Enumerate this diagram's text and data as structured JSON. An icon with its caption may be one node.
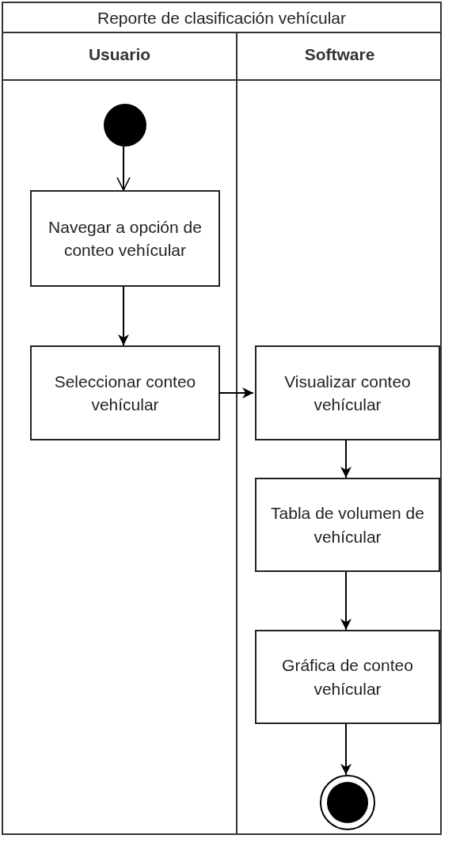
{
  "diagram": {
    "nodes": [
      {
        "text": [
          "Reporte de clasificación vehícular"
        ]
      },
      {
        "text": [
          "Usuario"
        ],
        "in": 0
      },
      {
        "text": [
          "Software"
        ],
        "in": 0
      },
      {
        "text": [],
        "shape": "circle",
        "in": 1
      },
      {
        "text": [
          "Navegar a opción de conteo vehícular"
        ],
        "in": 1
      },
      {
        "text": [
          "Seleccionar conteo vehícular"
        ],
        "in": 1
      },
      {
        "text": [
          "Visualizar conteo vehícular"
        ],
        "in": 2
      },
      {
        "text": [
          "Tabla de volumen de vehícular"
        ],
        "in": 2
      },
      {
        "text": [
          "Gráfica de conteo vehícular"
        ],
        "in": 2
      },
      {
        "text": [],
        "shape": "circle",
        "in": 2
      }
    ],
    "edges": [
      {
        "from": 3,
        "to": 4,
        "arrow": "to"
      },
      {
        "from": 4,
        "to": 5,
        "arrow": "to"
      },
      {
        "from": 5,
        "to": 6,
        "arrow": "to"
      },
      {
        "from": 6,
        "to": 7,
        "arrow": "to"
      },
      {
        "from": 7,
        "to": 8,
        "arrow": "to"
      },
      {
        "from": 8,
        "to": 9,
        "arrow": "to"
      }
    ]
  }
}
